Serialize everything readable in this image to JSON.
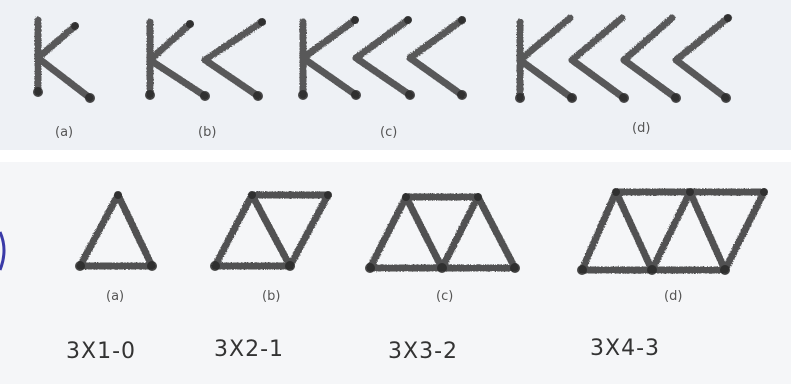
{
  "top_panel": {
    "labels": [
      "(a)",
      "(b)",
      "(c)",
      "(d)"
    ]
  },
  "bottom_panel": {
    "labels": [
      "(a)",
      "(b)",
      "(c)",
      "(d)"
    ],
    "formulas": [
      "3X1-0",
      "3X2-1",
      "3X3-2",
      "3X4-3"
    ]
  },
  "colors": {
    "stick": "#2f2f2f",
    "paper_top": "#eef1f5",
    "paper_bottom": "#f5f6f8"
  }
}
